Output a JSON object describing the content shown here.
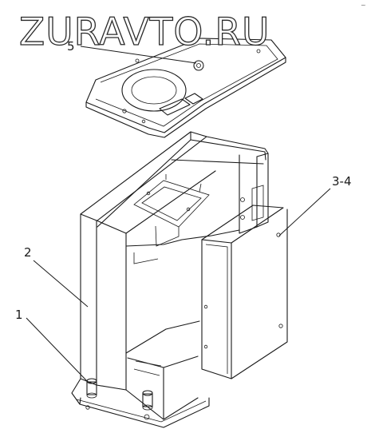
{
  "watermark": "ZURAVTO.RU",
  "corner_mark": "~",
  "callouts": {
    "c1": "1",
    "c2": "2",
    "c3": "3-4",
    "c5": "5"
  }
}
